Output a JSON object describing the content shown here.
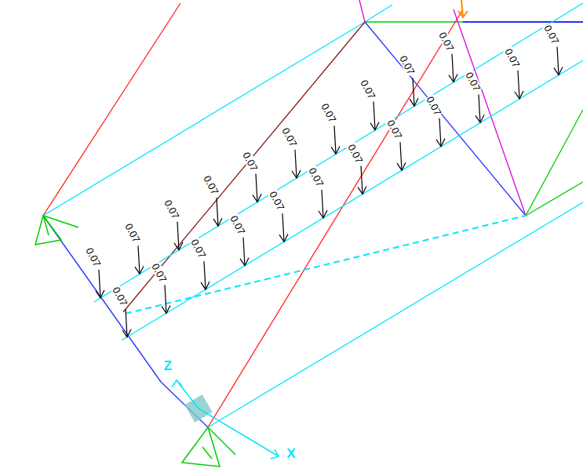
{
  "diagram": {
    "labels": [
      "0.07",
      "0.07",
      "0.07",
      "0.07",
      "0.07",
      "0.07",
      "0.07",
      "0.07",
      "0.07",
      "0.07",
      "0.07",
      "0.07",
      "0.07",
      "0.07",
      "0.07",
      "0.07",
      "0.07",
      "0.07",
      "0.07",
      "0.07",
      "0.07",
      "0.07",
      "Z",
      "X"
    ]
  }
}
